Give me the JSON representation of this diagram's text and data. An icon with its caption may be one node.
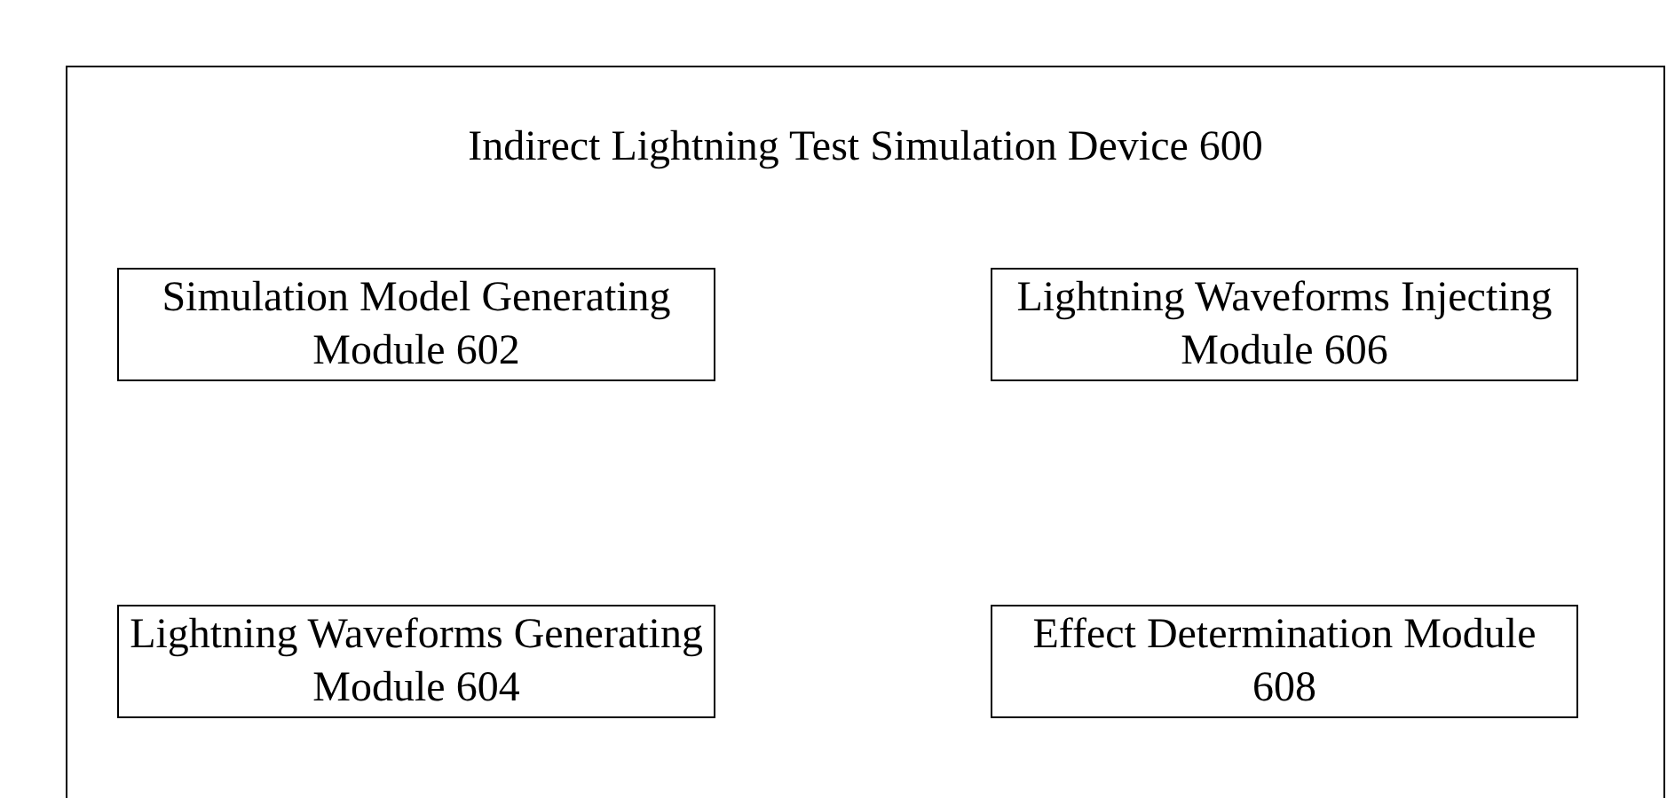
{
  "diagram": {
    "nodes": [
      {
        "text": [
          "Indirect Lightning Test Simulation Device 600"
        ]
      },
      {
        "text": [
          "Simulation Model Generating Module 602"
        ],
        "in": 0
      },
      {
        "text": [
          "Lightning Waveforms Injecting Module 606"
        ],
        "in": 0
      },
      {
        "text": [
          "Lightning Waveforms Generating Module 604"
        ],
        "in": 0
      },
      {
        "text": [
          "Effect Determination Module 608"
        ],
        "in": 0
      }
    ],
    "edges": []
  }
}
